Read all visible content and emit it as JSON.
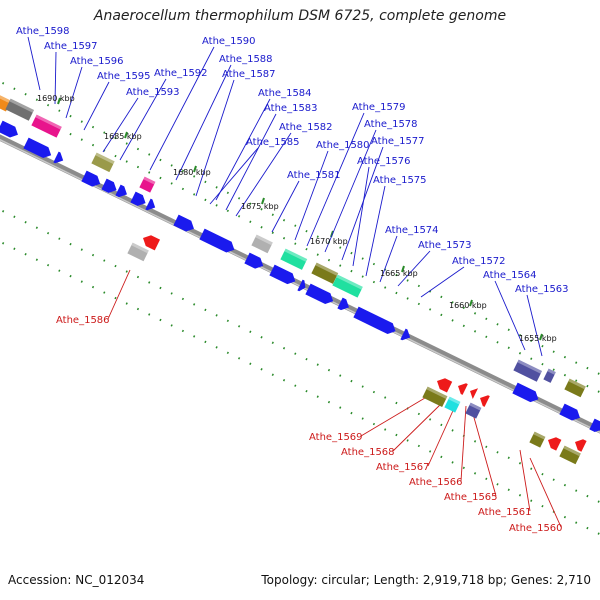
{
  "title": "Anaerocellum thermophilum DSM 6725, complete genome",
  "accession_text": "Accession: NC_012034",
  "summary_text": "Topology: circular; Length: 2,919,718 bp; Genes: 2,710",
  "colors": {
    "forward_gene": "#1a1aee",
    "reverse_gene": "#ee1a1a",
    "backbone": "#8c8c8c",
    "tick": "#2a8a2a",
    "forward_label": "#1a1acc",
    "reverse_label": "#cc1a1a"
  },
  "scale_labels": [
    "1690 kbp",
    "1685 kbp",
    "1680 kbp",
    "1675 kbp",
    "1670 kbp",
    "1665 kbp",
    "1660 kbp",
    "1655 kbp"
  ],
  "forward_gene_labels": [
    "Athe_1598",
    "Athe_1597",
    "Athe_1596",
    "Athe_1595",
    "Athe_1593",
    "Athe_1592",
    "Athe_1590",
    "Athe_1588",
    "Athe_1587",
    "Athe_1584",
    "Athe_1583",
    "Athe_1582",
    "Athe_1585",
    "Athe_1581",
    "Athe_1580",
    "Athe_1579",
    "Athe_1578",
    "Athe_1577",
    "Athe_1576",
    "Athe_1575",
    "Athe_1574",
    "Athe_1573",
    "Athe_1572",
    "Athe_1564",
    "Athe_1563"
  ],
  "reverse_gene_labels": [
    "Athe_1586",
    "Athe_1569",
    "Athe_1568",
    "Athe_1567",
    "Athe_1566",
    "Athe_1565",
    "Athe_1561",
    "Athe_1560"
  ],
  "cog_colors": [
    "#f08a1a",
    "#707070",
    "#e8148c",
    "#9a9a4a",
    "#b0b0b0",
    "#20e0a0",
    "#7a7a1a",
    "#5050a0",
    "#20e0e0"
  ]
}
